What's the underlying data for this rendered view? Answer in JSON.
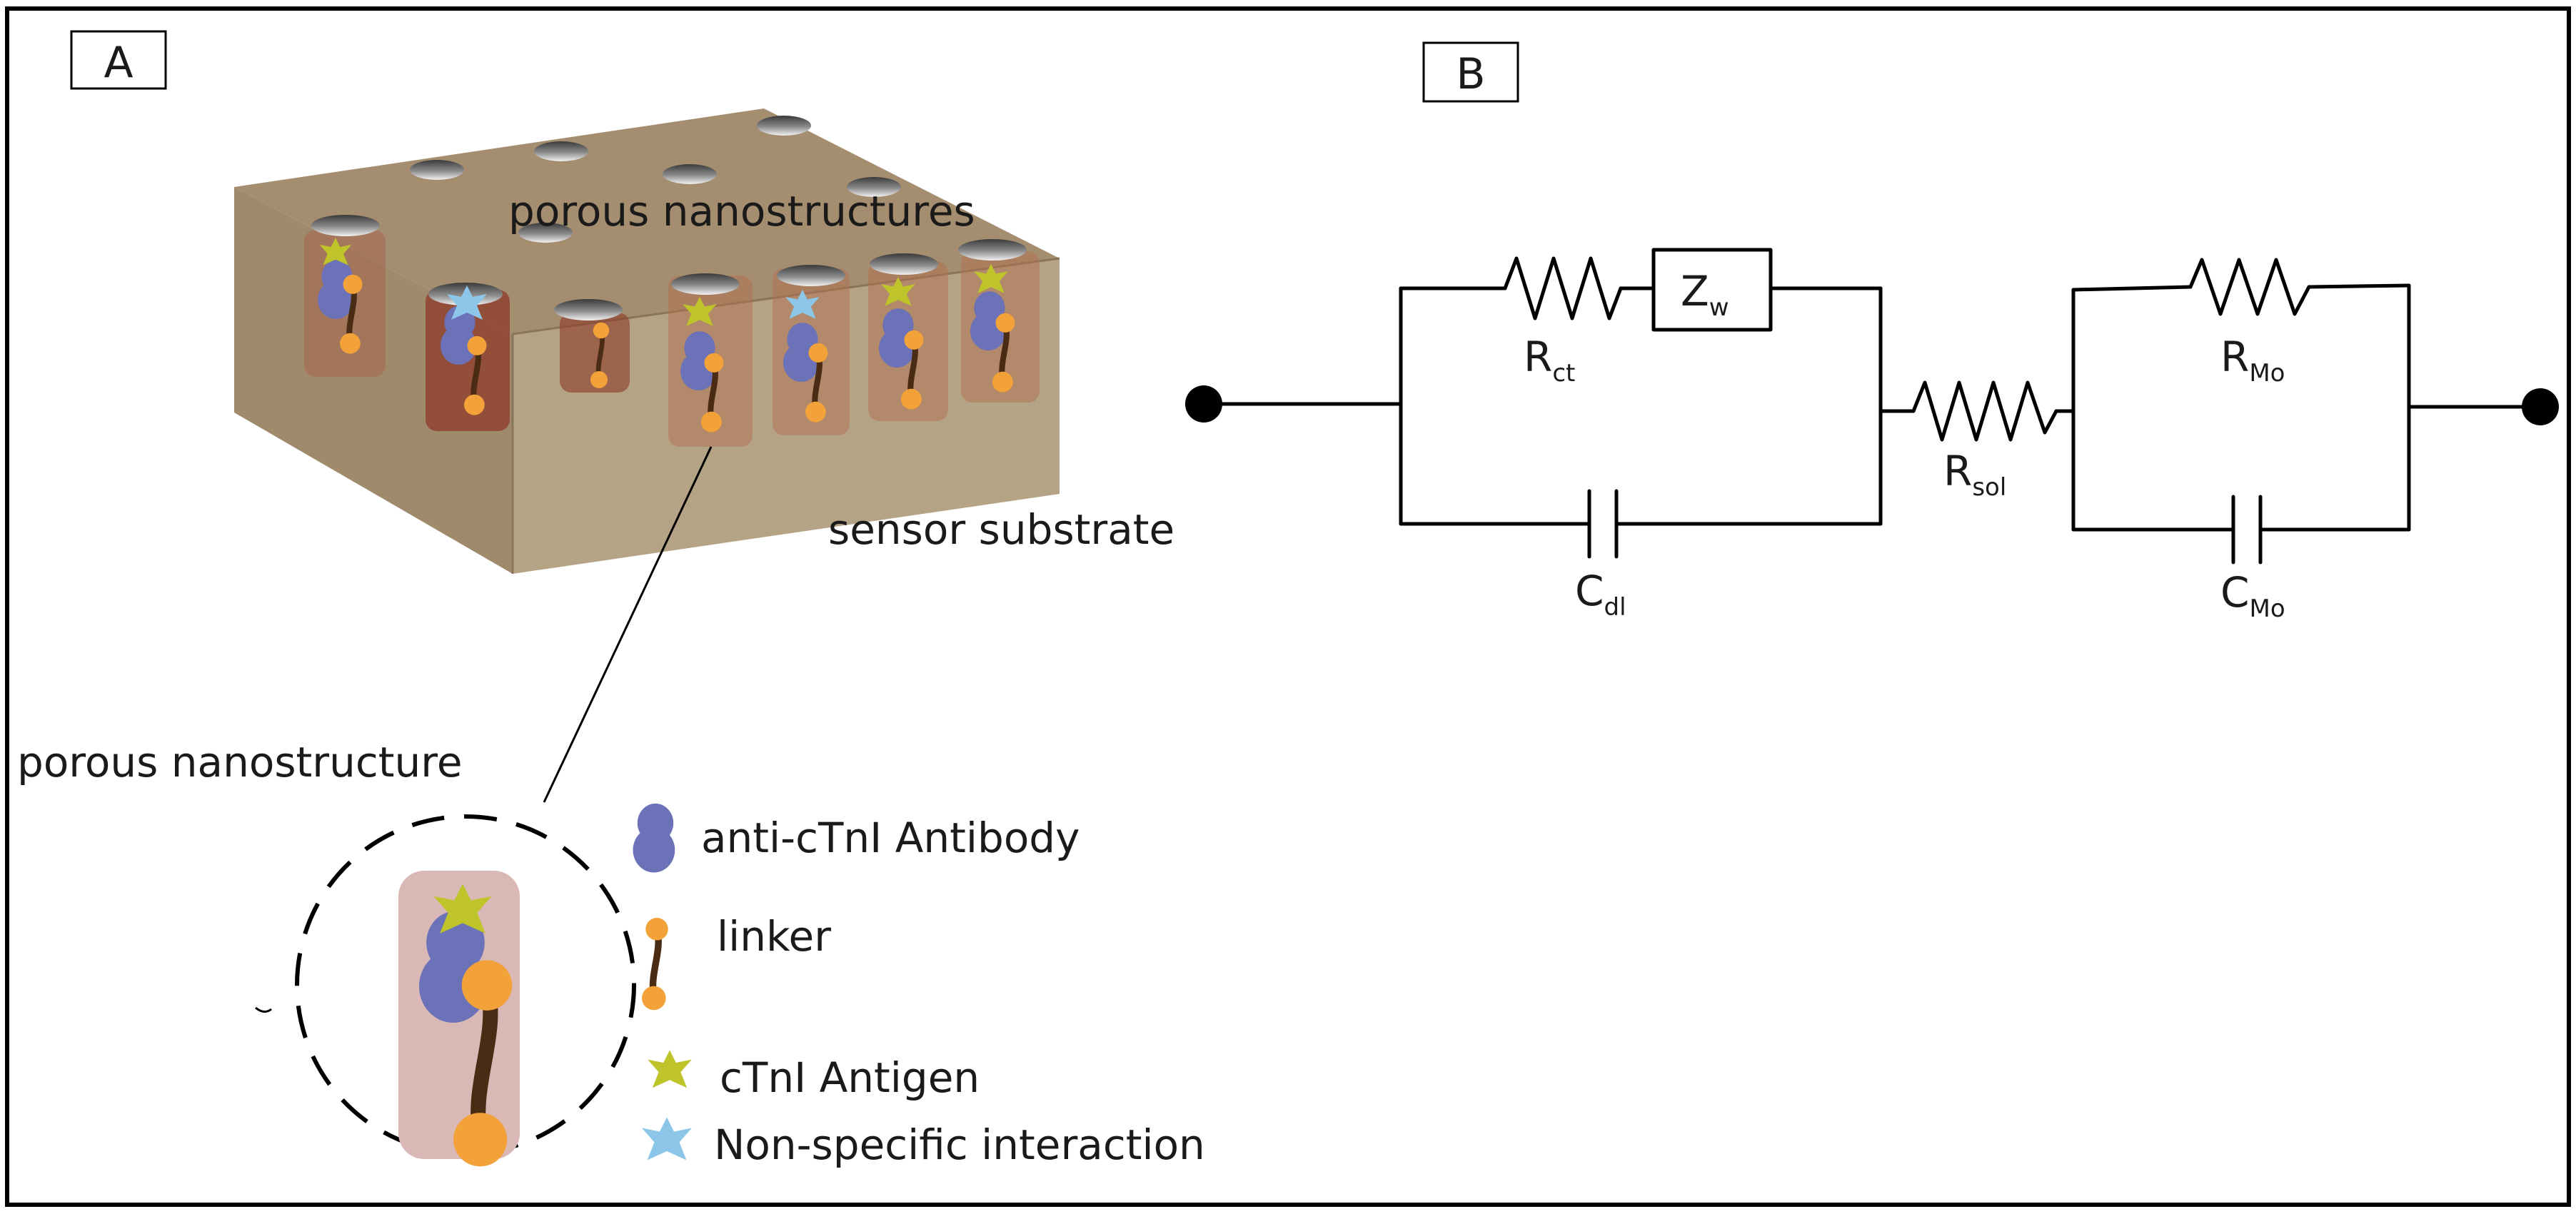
{
  "panels": {
    "a_label": "A",
    "b_label": "B"
  },
  "panel_a": {
    "top_label": "porous nanostructures",
    "substrate_label": "sensor substrate",
    "zoom_label": "porous nanostructure",
    "legend": [
      {
        "icon": "antibody-icon",
        "label": "anti-cTnI Antibody"
      },
      {
        "icon": "linker-icon",
        "label": "linker"
      },
      {
        "icon": "antigen-icon",
        "label": "cTnI Antigen"
      },
      {
        "icon": "nonspecific-icon",
        "label": "Non-specific  interaction"
      }
    ]
  },
  "panel_b": {
    "r_ct": {
      "main": "R",
      "sub": "ct"
    },
    "z_w": {
      "main": "Z",
      "sub": "w"
    },
    "c_dl": {
      "main": "C",
      "sub": "dl"
    },
    "r_sol": {
      "main": "R",
      "sub": "sol"
    },
    "r_mo": {
      "main": "R",
      "sub": "Mo"
    },
    "c_mo": {
      "main": "C",
      "sub": "Mo"
    }
  },
  "colors": {
    "block_top": "#a58d6f",
    "block_front": "#b5a385",
    "block_side": "#9f8a6c",
    "antibody": "#6b72b8",
    "linker": "#f2a238",
    "linker_stem": "#4a2b14",
    "antigen": "#bec42a",
    "nonspecific": "#8cc7ea",
    "pore_fill": "#d9b8b6"
  }
}
